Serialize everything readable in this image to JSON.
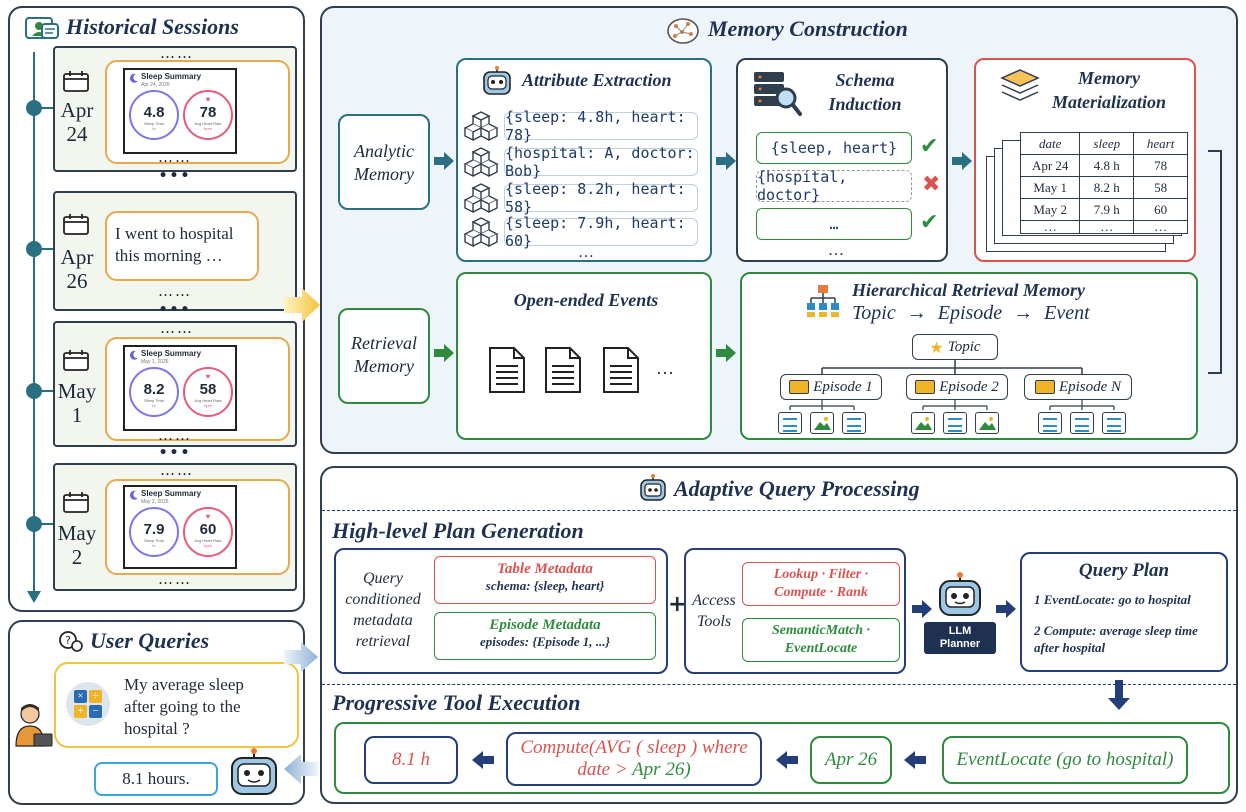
{
  "historical": {
    "title": "Historical Sessions",
    "dots": "……",
    "big_dots": "•••",
    "sessions": [
      {
        "month": "Apr",
        "day": "24",
        "card_title": "Sleep Summary",
        "card_date": "Apr 24, 2026",
        "sleep_value": "4.8",
        "sleep_label": "Sleep Time",
        "sleep_unit": "hr",
        "heart_value": "78",
        "heart_label": "Avg Heart Rate",
        "heart_unit": "bpm"
      },
      {
        "month": "Apr",
        "day": "26",
        "text": "I went to hospital this morning …"
      },
      {
        "month": "May",
        "day": "1",
        "card_title": "Sleep Summary",
        "card_date": "May 1, 2026",
        "sleep_value": "8.2",
        "sleep_label": "Sleep Time",
        "sleep_unit": "hr",
        "heart_value": "58",
        "heart_label": "Avg Heart Rate",
        "heart_unit": "bpm"
      },
      {
        "month": "May",
        "day": "2",
        "card_title": "Sleep Summary",
        "card_date": "May 2, 2026",
        "sleep_value": "7.9",
        "sleep_label": "Sleep Time",
        "sleep_unit": "hr",
        "heart_value": "60",
        "heart_label": "Avg Heart Rate",
        "heart_unit": "bpm"
      }
    ]
  },
  "user": {
    "title": "User Queries",
    "question": "My average sleep after going to the hospital ?",
    "answer": "8.1 hours."
  },
  "memory": {
    "title": "Memory Construction",
    "analytic_label": "Analytic Memory",
    "retrieval_label": "Retrieval Memory",
    "attr_title": "Attribute Extraction",
    "attrs": [
      "{sleep: 4.8h, heart: 78}",
      "{hospital: A, doctor: Bob}",
      "{sleep: 8.2h, heart: 58}",
      "{sleep: 7.9h, heart: 60}"
    ],
    "ellipsis": "…",
    "schema_title": "Schema Induction",
    "schemas": [
      "{sleep, heart}",
      "{hospital, doctor}",
      "…"
    ],
    "materialization_title": "Memory Materialization",
    "table": {
      "headers": [
        "date",
        "sleep",
        "heart"
      ],
      "rows": [
        [
          "Apr 24",
          "4.8 h",
          "78"
        ],
        [
          "May 1",
          "8.2 h",
          "58"
        ],
        [
          "May 2",
          "7.9 h",
          "60"
        ],
        [
          "…",
          "…",
          "…"
        ]
      ]
    },
    "events_title": "Open-ended Events",
    "hier_title": "Hierarchical Retrieval Memory",
    "hier_sub_topic": "Topic",
    "hier_sub_episode": "Episode",
    "hier_sub_event": "Event",
    "arrow_sym": "→",
    "topic": "Topic",
    "episodes": [
      "Episode 1",
      "Episode 2",
      "Episode N"
    ]
  },
  "query": {
    "title": "Adaptive Query Processing",
    "plan_title": "High-level Plan Generation",
    "metadata_label": "Query conditioned metadata retrieval",
    "table_meta_title": "Table Metadata",
    "table_meta_body": "schema: {sleep, heart}",
    "episode_meta_title": "Episode Metadata",
    "episode_meta_body": "episodes: {Episode 1, ...}",
    "plus": "+",
    "access_label": "Access Tools",
    "tools_a": "Lookup · Filter · Compute · Rank",
    "tools_b": "SemanticMatch · EventLocate",
    "planner": "LLM Planner",
    "plan_box_title": "Query Plan",
    "plan_step1": "1  EventLocate: go to hospital",
    "plan_step2": "2  Compute: average sleep time after hospital",
    "exec_title": "Progressive Tool Execution",
    "exec_result": "8.1 h",
    "exec_compute_1": "Compute(AVG ( sleep ) where",
    "exec_compute_2": "date > ",
    "exec_compute_date": "Apr 26)",
    "exec_date": "Apr 26",
    "exec_locate": "EventLocate (go to hospital)"
  },
  "colors": {
    "navy": "#1e3150",
    "green": "#2e8b3e",
    "teal": "#2b6f83",
    "red": "#d9534f",
    "panel_bg": "#eef5fa",
    "orange": "#e8a94e"
  }
}
